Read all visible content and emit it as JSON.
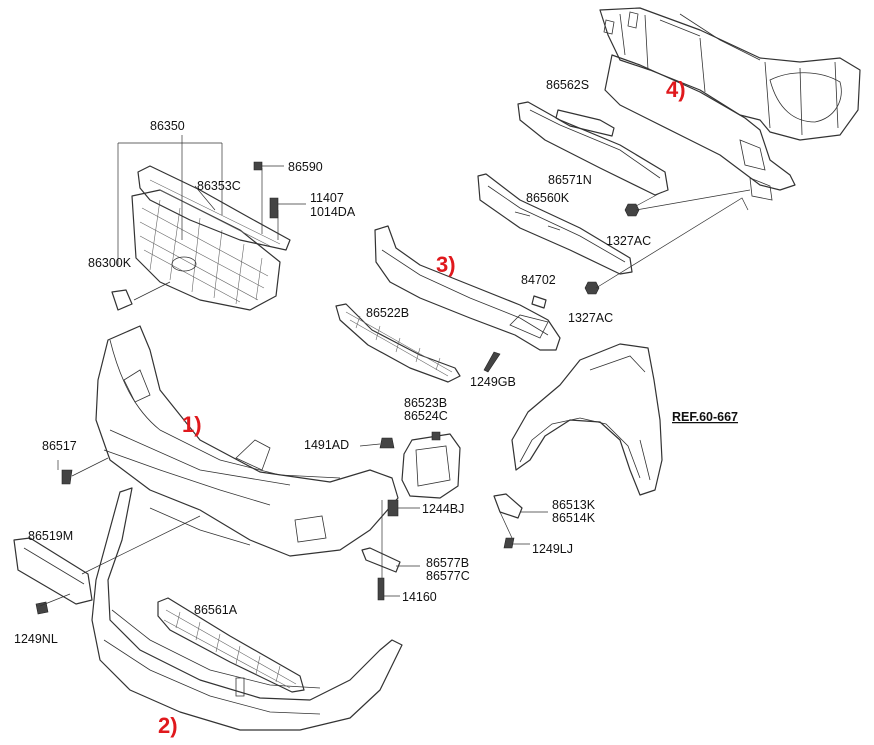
{
  "labels": {
    "l86350": "86350",
    "l86590": "86590",
    "l86353C": "86353C",
    "l11407": "11407",
    "l1014DA": "1014DA",
    "l86300K": "86300K",
    "l86562S": "86562S",
    "l86571N": "86571N",
    "l86560K": "86560K",
    "l1327AC_a": "1327AC",
    "l1327AC_b": "1327AC",
    "l84702": "84702",
    "l86522B": "86522B",
    "l1249GB": "1249GB",
    "l86523B": "86523B",
    "l86524C": "86524C",
    "l1491AD": "1491AD",
    "l86517": "86517",
    "l1244BJ": "1244BJ",
    "l86513K": "86513K",
    "l86514K": "86514K",
    "l1249LJ": "1249LJ",
    "l86519M": "86519M",
    "l86577B": "86577B",
    "l86577C": "86577C",
    "l14160": "14160",
    "l86561A": "86561A",
    "l1249NL": "1249NL",
    "ref": "REF.60-667"
  },
  "callouts": {
    "c1": "1)",
    "c2": "2)",
    "c3": "3)",
    "c4": "4)"
  },
  "colors": {
    "callout": "#e0191d",
    "line": "#333333",
    "background": "#ffffff"
  }
}
